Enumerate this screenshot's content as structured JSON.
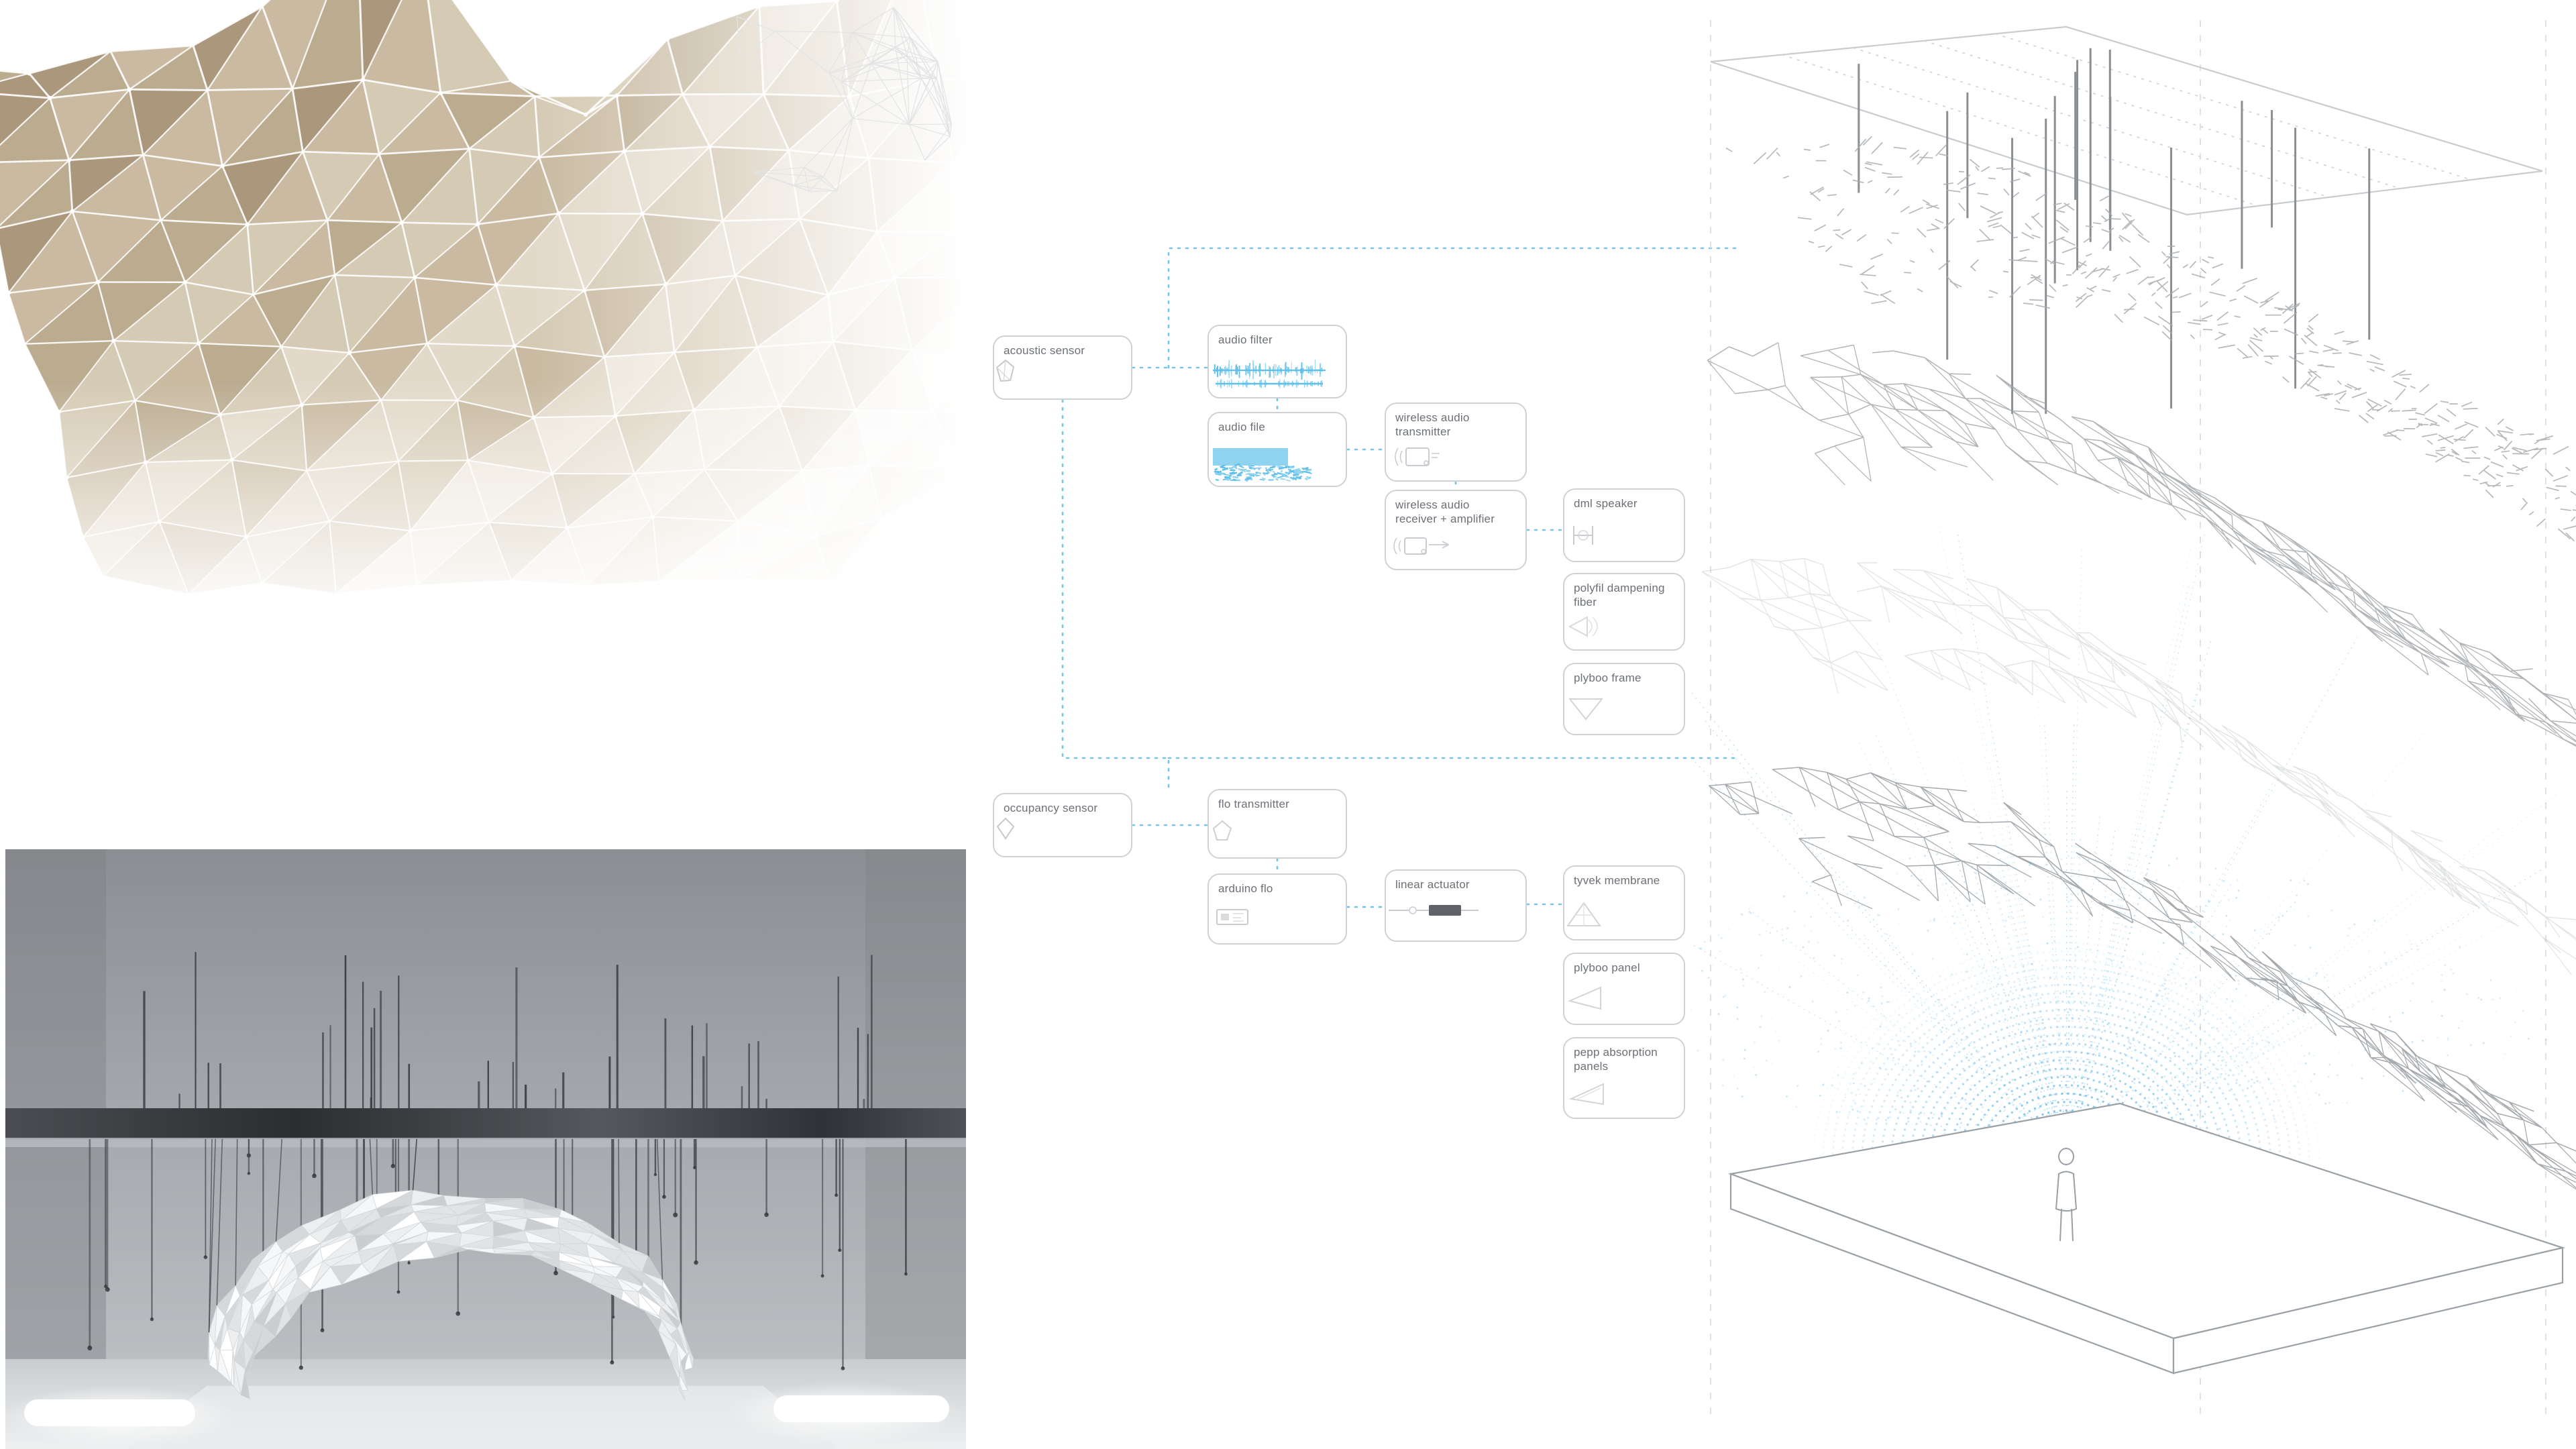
{
  "board": {
    "title": "acoustic responsive canopy system board",
    "background_color": "#ffffff",
    "accent_color": "#59b9e8",
    "line_color": "#cfd2d4",
    "text_color": "#6c7076"
  },
  "panels": {
    "canopy_photo": {
      "name": "triangulated fabric canopy photograph",
      "description": "tan and cream triangulated tensile fabric canopy fading into white wireframe",
      "palette": [
        "#bda98f",
        "#cbbda4",
        "#ded3c0",
        "#efe9de",
        "#ffffff"
      ]
    },
    "model_photo": {
      "name": "grayscale suspended model photograph",
      "description": "white folded origami canopy model suspended from black rods above a light floor",
      "palette": [
        "#6f7276",
        "#8e9195",
        "#b4b8bb",
        "#e8eaeb",
        "#ffffff"
      ]
    },
    "axonometric": {
      "name": "exploded axonometric with acoustic waves",
      "layers": [
        "ceiling plane with suspension rods",
        "fragmented mesh layer",
        "wave mesh layer 2",
        "wave mesh layer 3",
        "wave mesh layer 4",
        "floor slab with occupant"
      ],
      "occupant_label": "human figure"
    }
  },
  "diagram": {
    "title": "systems flow diagram",
    "nodes": [
      {
        "id": "acoustic-sensor",
        "label": "acoustic sensor",
        "icon": "crystal-sensor-icon"
      },
      {
        "id": "audio-filter",
        "label": "audio filter",
        "icon": "waveform-icon"
      },
      {
        "id": "audio-file",
        "label": "audio file",
        "icon": "spectrogram-icon"
      },
      {
        "id": "wireless-audio-transmitter",
        "label": "wireless audio\ntransmitter",
        "icon": "transmitter-icon"
      },
      {
        "id": "wireless-audio-receiver",
        "label": "wireless audio\nreceiver + amplifier",
        "icon": "receiver-amp-icon"
      },
      {
        "id": "dml-speaker",
        "label": "dml speaker",
        "icon": "speaker-icon"
      },
      {
        "id": "polyfil-fiber",
        "label": "polyfil dampening\nfiber",
        "icon": "fiber-icon"
      },
      {
        "id": "plyboo-frame",
        "label": "plyboo frame",
        "icon": "frame-triangle-icon"
      },
      {
        "id": "occupancy-sensor",
        "label": "occupancy sensor",
        "icon": "diamond-sensor-icon"
      },
      {
        "id": "flo-transmitter",
        "label": "flo transmitter",
        "icon": "flo-node-icon"
      },
      {
        "id": "arduino-flo",
        "label": "arduino flo",
        "icon": "arduino-board-icon"
      },
      {
        "id": "linear-actuator",
        "label": "linear actuator",
        "icon": "actuator-icon"
      },
      {
        "id": "tyvek-membrane",
        "label": "tyvek membrane",
        "icon": "membrane-triangle-icon"
      },
      {
        "id": "plyboo-panel",
        "label": "plyboo panel",
        "icon": "panel-triangle-icon"
      },
      {
        "id": "pepp-absorption",
        "label": "pepp absorption\npanels",
        "icon": "absorption-triangle-icon"
      }
    ],
    "connections": [
      {
        "from": "acoustic-sensor",
        "to": "audio-filter"
      },
      {
        "from": "audio-filter",
        "to": "audio-file"
      },
      {
        "from": "audio-file",
        "to": "wireless-audio-transmitter"
      },
      {
        "from": "wireless-audio-transmitter",
        "to": "wireless-audio-receiver"
      },
      {
        "from": "wireless-audio-receiver",
        "to": "dml-speaker"
      },
      {
        "from": "dml-speaker",
        "to": "polyfil-fiber"
      },
      {
        "from": "polyfil-fiber",
        "to": "plyboo-frame"
      },
      {
        "from": "occupancy-sensor",
        "to": "flo-transmitter"
      },
      {
        "from": "flo-transmitter",
        "to": "arduino-flo"
      },
      {
        "from": "arduino-flo",
        "to": "linear-actuator"
      },
      {
        "from": "linear-actuator",
        "to": "tyvek-membrane"
      },
      {
        "from": "tyvek-membrane",
        "to": "plyboo-panel"
      },
      {
        "from": "plyboo-panel",
        "to": "pepp-absorption"
      },
      {
        "from": "acoustic-sensor",
        "to": "occupancy-sensor"
      },
      {
        "from": "acoustic-sensor",
        "to": "axonometric-ceiling"
      },
      {
        "from": "occupancy-sensor",
        "to": "axonometric-floor"
      }
    ]
  }
}
